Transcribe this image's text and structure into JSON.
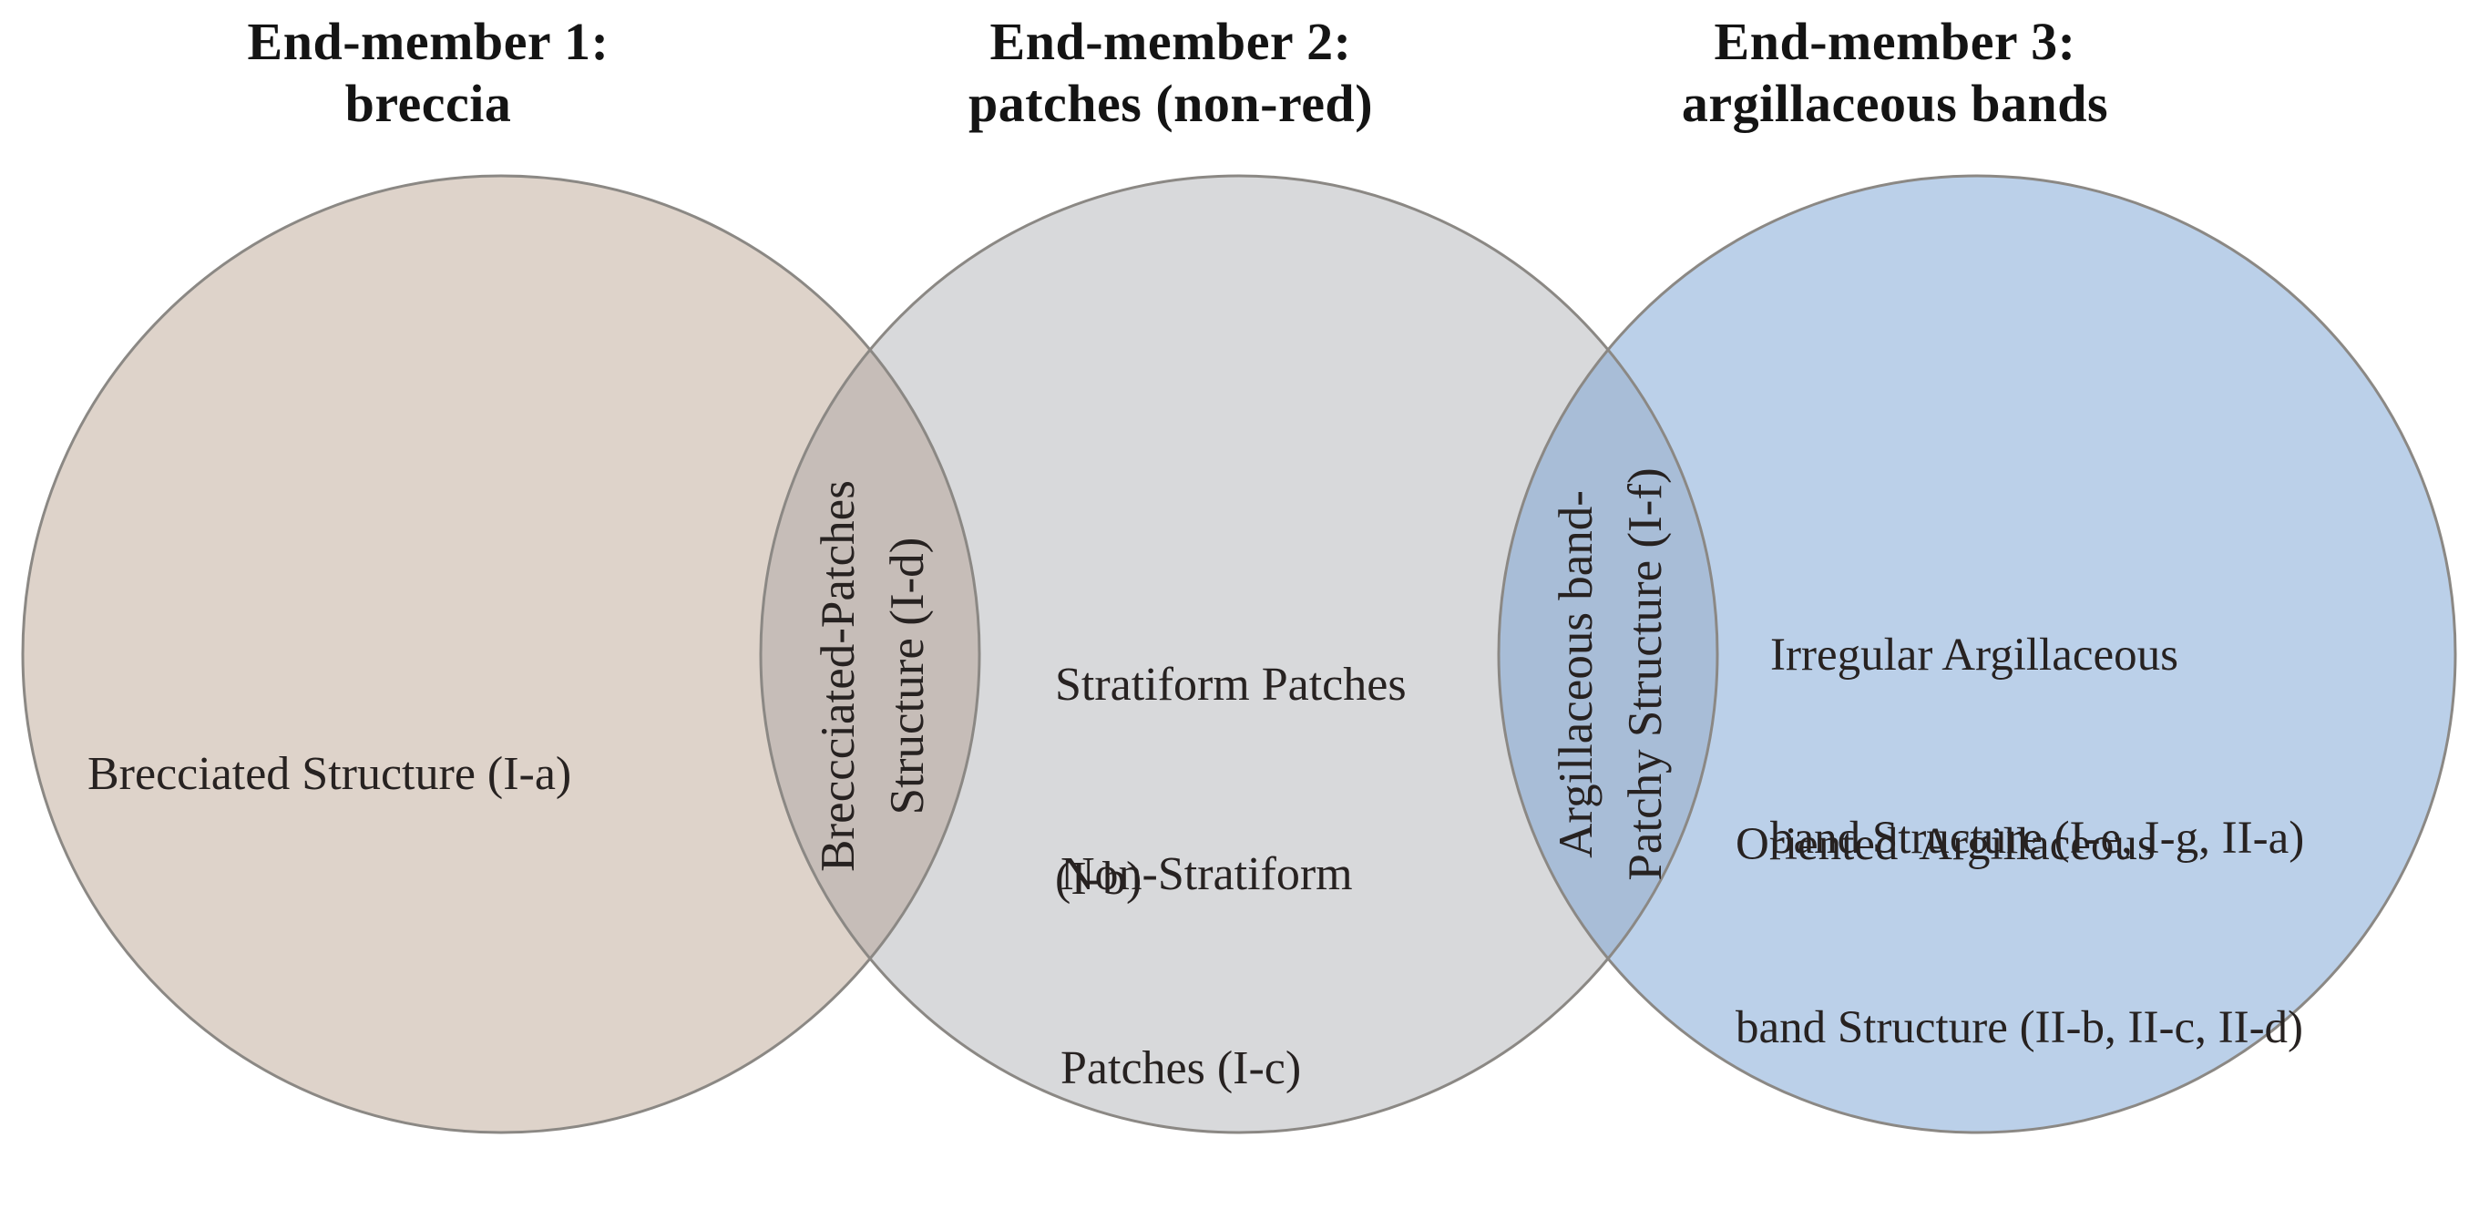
{
  "figure": {
    "background": "#ffffff",
    "title_color": "#141414",
    "label_color": "#272221",
    "outline_color": "#8b8884",
    "titles": [
      {
        "lines": [
          "End-member 1:",
          "breccia"
        ]
      },
      {
        "lines": [
          "End-member 2:",
          "patches (non-red)"
        ]
      },
      {
        "lines": [
          "End-member 3:",
          "argillaceous bands"
        ]
      }
    ],
    "sets": [
      {
        "name": "breccia",
        "fill": "#ded3ca",
        "labels": [
          {
            "lines": [
              "Brecciated Structure (I-a)"
            ]
          }
        ]
      },
      {
        "name": "patches (non-red)",
        "fill": "#d8d9db",
        "labels": [
          {
            "lines": [
              "Stratiform Patches",
              "(I-b)"
            ]
          },
          {
            "lines": [
              "Non-Stratiform",
              "Patches (I-c)"
            ]
          }
        ]
      },
      {
        "name": "argillaceous bands",
        "fill": "#bbd0e9",
        "labels": [
          {
            "lines": [
              "Irregular Argillaceous",
              "band Structure (I-e, I-g, II-a)"
            ]
          },
          {
            "lines": [
              "Oriented  Argillaceous",
              "band Structure (II-b, II-c, II-d)"
            ]
          }
        ]
      }
    ],
    "overlaps": [
      {
        "name": "breccia + patches",
        "fill": "#c6bdb8",
        "lines": [
          "Breccciated-Patches",
          "Structure (I-d)"
        ]
      },
      {
        "name": "patches + argillaceous bands",
        "fill": "#a8bdd7",
        "lines": [
          "Argillaceous band-",
          "Patchy Structure (I-f)"
        ]
      }
    ]
  }
}
